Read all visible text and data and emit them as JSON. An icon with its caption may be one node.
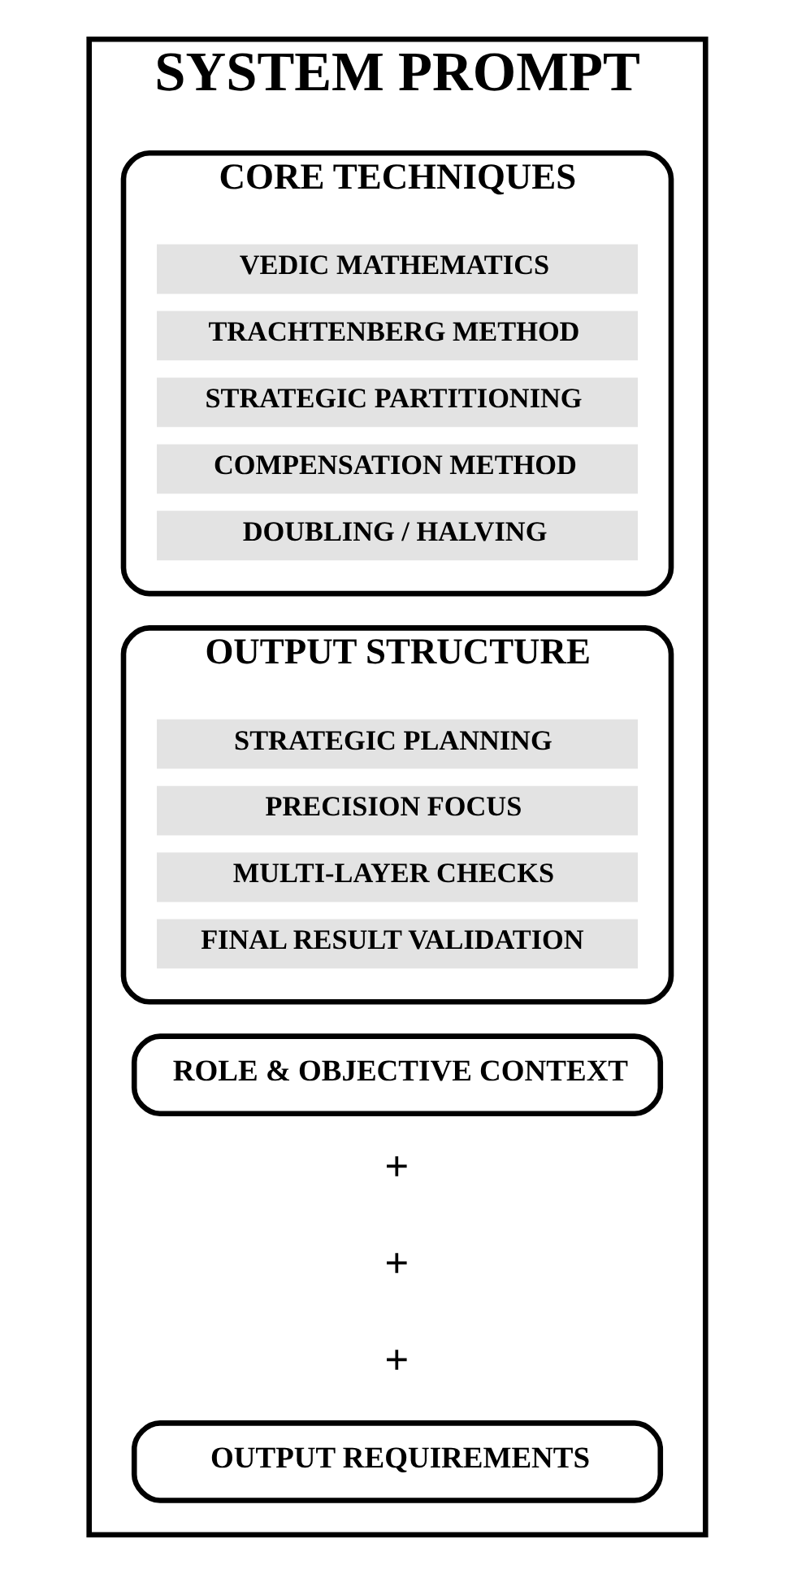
{
  "diagram": {
    "nodes": [
      {
        "text": [
          "SYSTEM PROMPT"
        ]
      },
      {
        "text": [
          "ROLE & OBJECTIVE CONTEXT"
        ],
        "in": 0
      },
      {
        "text": [
          "CORE TECHNIQUES"
        ],
        "in": 0
      },
      {
        "text": [
          "VEDIC MATHEMATICS"
        ],
        "in": 2
      },
      {
        "text": [
          "TRACHTENBERG METHOD"
        ],
        "in": 2
      },
      {
        "text": [
          "STRATEGIC PARTITIONING"
        ],
        "in": 2
      },
      {
        "text": [
          "COMPENSATION METHOD"
        ],
        "in": 2
      },
      {
        "text": [
          "DOUBLING / HALVING"
        ],
        "in": 2
      },
      {
        "text": [
          "OUTPUT STRUCTURE"
        ],
        "in": 0
      },
      {
        "text": [
          "STRATEGIC PLANNING"
        ],
        "in": 8
      },
      {
        "text": [
          "PRECISION FOCUS"
        ],
        "in": 8
      },
      {
        "text": [
          "MULTI-LAYER CHECKS"
        ],
        "in": 8
      },
      {
        "text": [
          "FINAL RESULT VALIDATION"
        ],
        "in": 8
      },
      {
        "text": [
          "OUTPUT REQUIREMENTS"
        ],
        "in": 0
      }
    ],
    "edges": [],
    "labels": [
      "+",
      "+",
      "+"
    ]
  }
}
